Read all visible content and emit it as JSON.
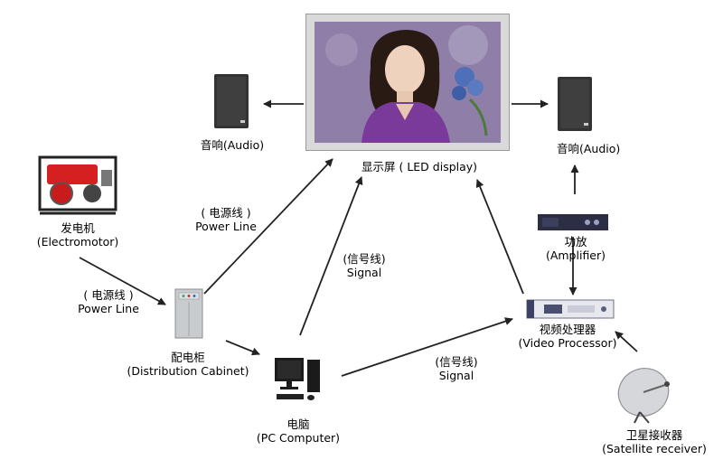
{
  "nodes": {
    "led_display": {
      "label": "显示屏 ( LED display)"
    },
    "audio_left": {
      "label": "音响(Audio)"
    },
    "audio_right": {
      "label": "音响(Audio)"
    },
    "generator": {
      "label_cn": "发电机",
      "label_en": "(Electromotor)"
    },
    "distribution_cabinet": {
      "label_cn": "配电柜",
      "label_en": "(Distribution Cabinet)"
    },
    "pc": {
      "label_cn": "电脑",
      "label_en": "(PC  Computer)"
    },
    "amplifier": {
      "label_cn": "功放",
      "label_en": "(Amplifier)"
    },
    "video_processor": {
      "label_cn": "视频处理器",
      "label_en": "(Video Processor)"
    },
    "satellite": {
      "label_cn": "卫星接收器",
      "label_en": "(Satellite receiver)"
    }
  },
  "edges": {
    "power_line_1": {
      "cn": "( 电源线 )",
      "en": "Power Line"
    },
    "power_line_2": {
      "cn": "( 电源线 )",
      "en": "Power Line"
    },
    "signal_1": {
      "cn": "(信号线)",
      "en": "Signal"
    },
    "signal_2": {
      "cn": "(信号线)",
      "en": "Signal"
    }
  }
}
